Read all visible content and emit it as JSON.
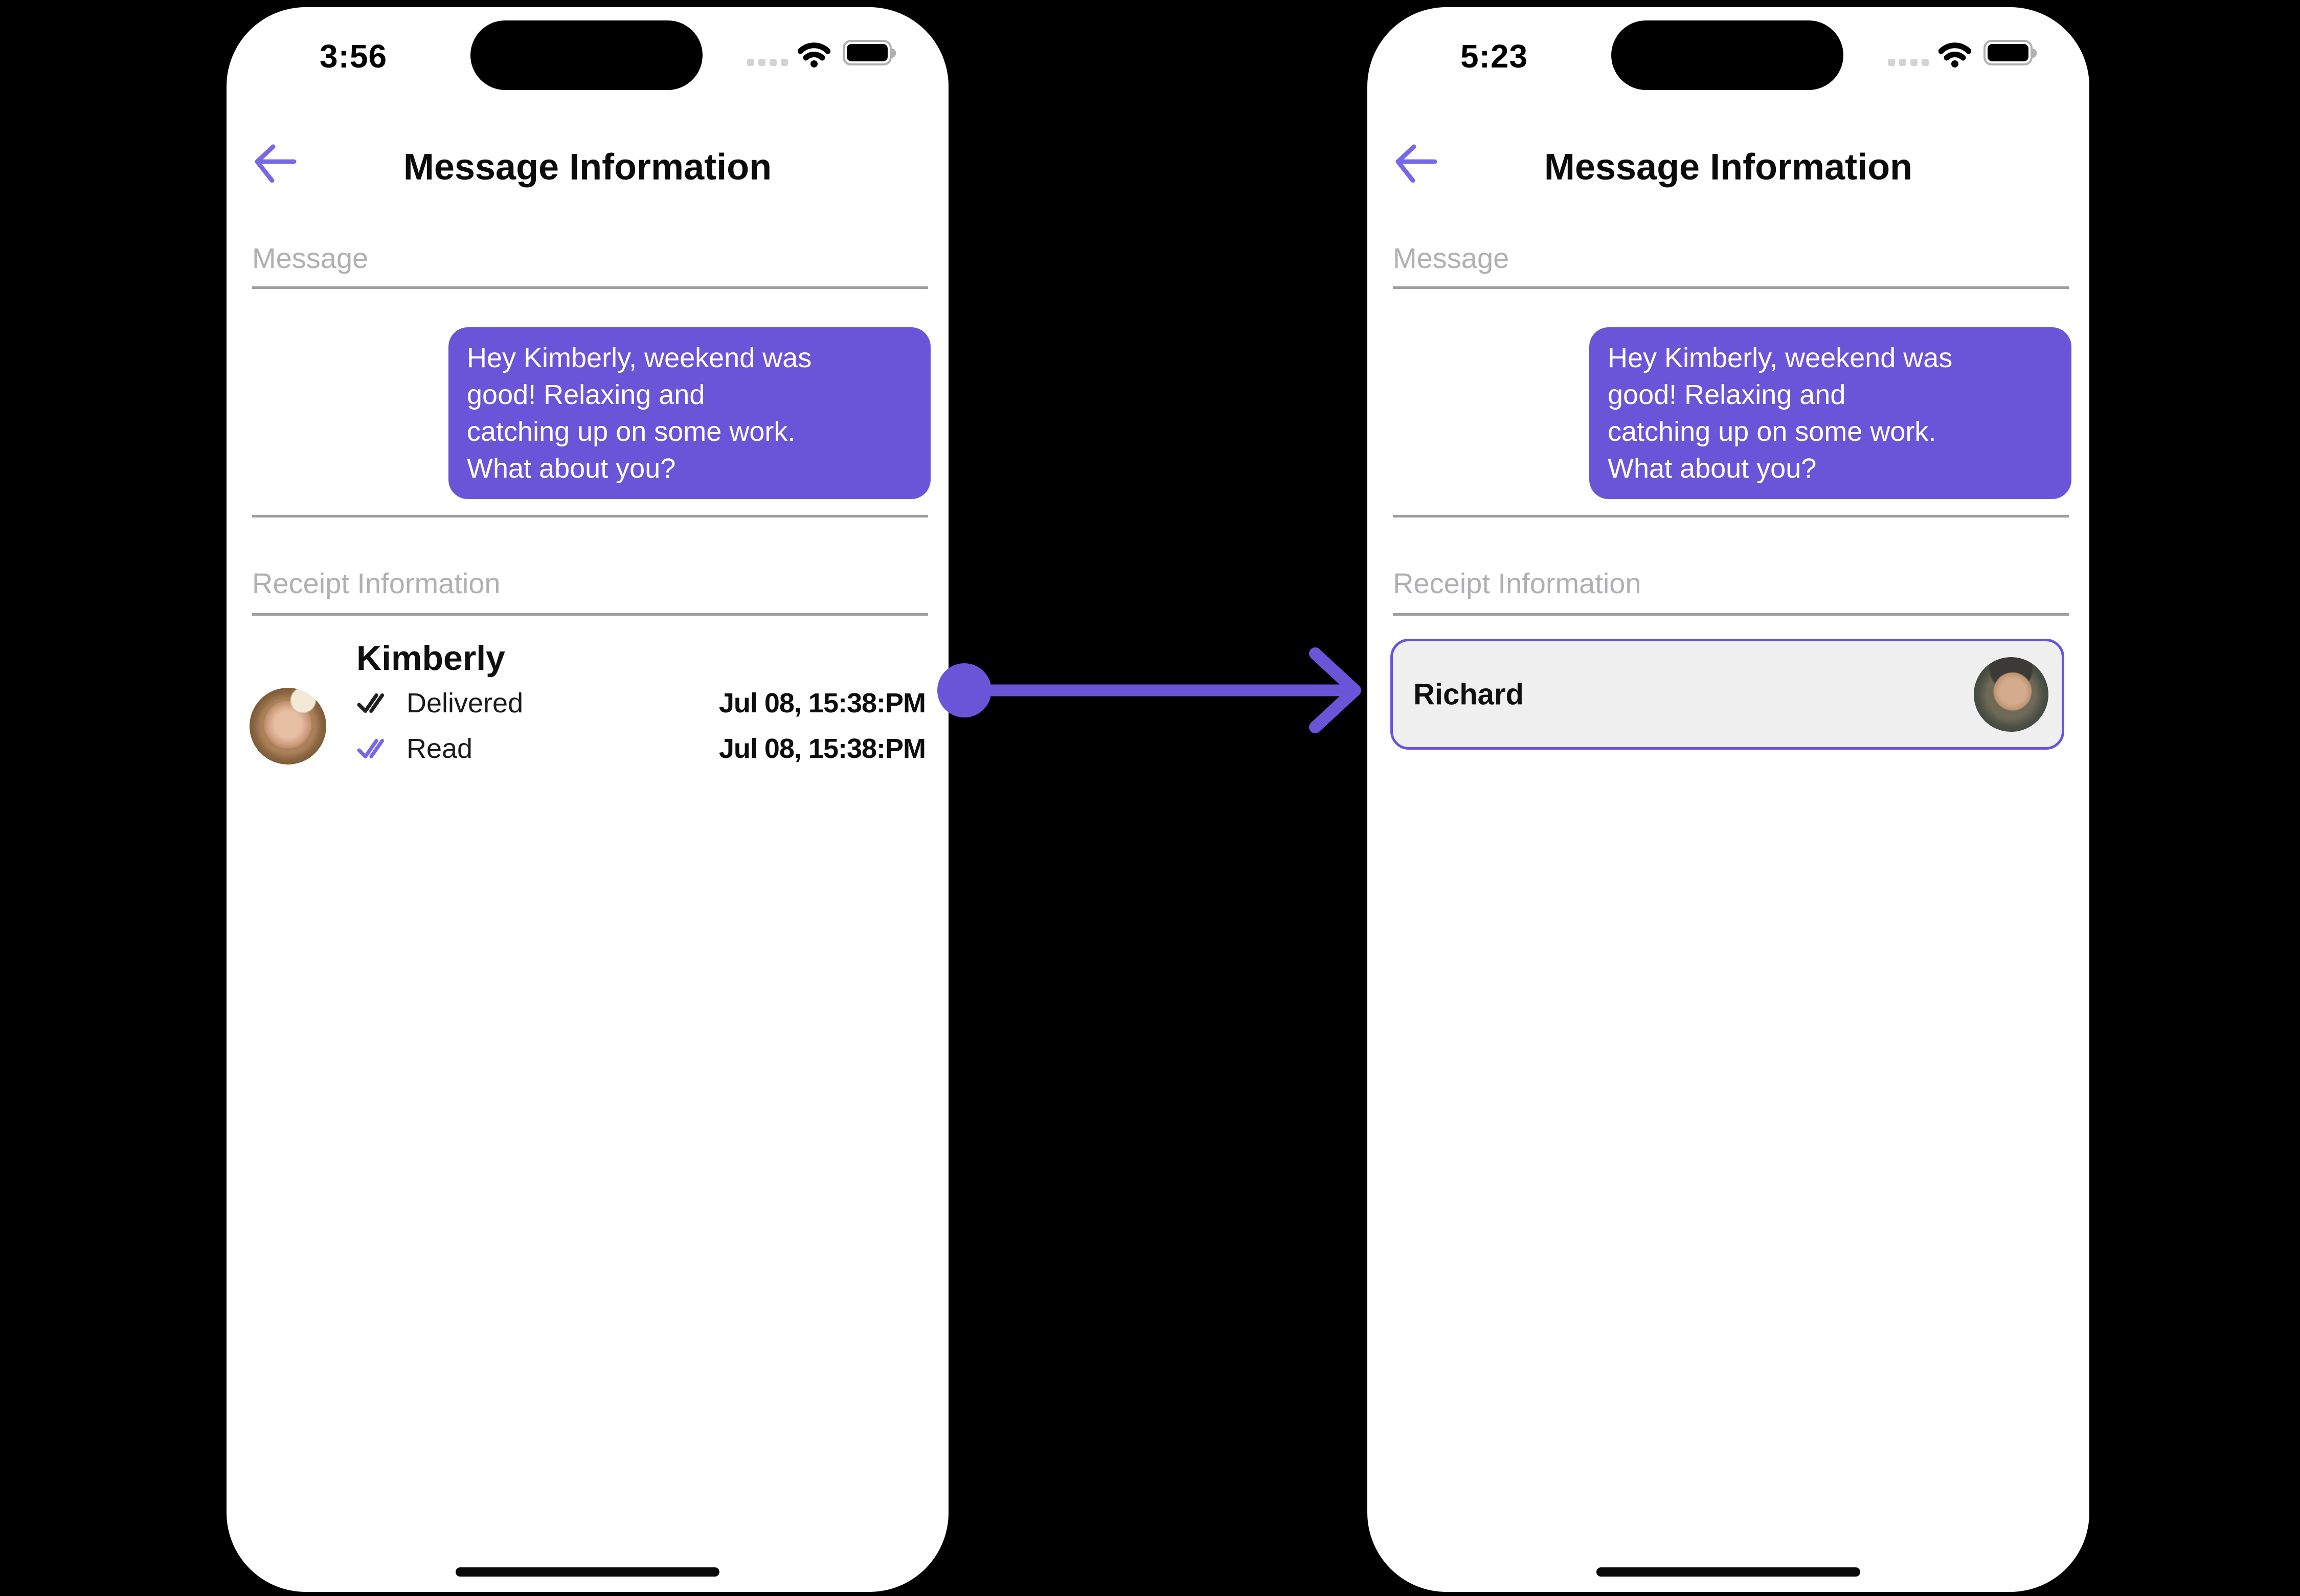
{
  "colors": {
    "brand_purple": "#6A55D9",
    "back_arrow_purple": "#7668E8",
    "read_check_purple": "#7668E8",
    "card_border": "#6C52E0",
    "card_background": "#EFEFF0",
    "divider_gray": "#9E9E9E",
    "section_label_gray": "#B0B0B3",
    "bubble_text": "#FFFFFF",
    "phone_background": "#FFFFFF",
    "page_background": "#000000"
  },
  "icons": {
    "back": "back-arrow-icon",
    "signal": "signal-dots-icon",
    "wifi": "wifi-icon",
    "battery": "battery-icon",
    "delivered": "double-check-icon",
    "read": "double-check-icon",
    "annotation": "right-arrow-icon"
  },
  "left_phone": {
    "status_bar": {
      "time": "3:56"
    },
    "nav": {
      "title": "Message Information"
    },
    "message_section": {
      "label": "Message",
      "bubble_lines": [
        "Hey Kimberly, weekend was",
        "good!  Relaxing and",
        "catching up on some work.",
        "What about you?"
      ]
    },
    "receipt_section": {
      "label": "Receipt Information",
      "recipient_name": "Kimberly",
      "rows": [
        {
          "status": "Delivered",
          "timestamp": "Jul 08, 15:38:PM"
        },
        {
          "status": "Read",
          "timestamp": "Jul 08, 15:38:PM"
        }
      ]
    }
  },
  "right_phone": {
    "status_bar": {
      "time": "5:23"
    },
    "nav": {
      "title": "Message Information"
    },
    "message_section": {
      "label": "Message",
      "bubble_lines": [
        "Hey Kimberly, weekend was",
        "good!  Relaxing and",
        "catching up on some work.",
        "What about you?"
      ]
    },
    "receipt_section": {
      "label": "Receipt Information",
      "card": {
        "name": "Richard"
      }
    }
  }
}
